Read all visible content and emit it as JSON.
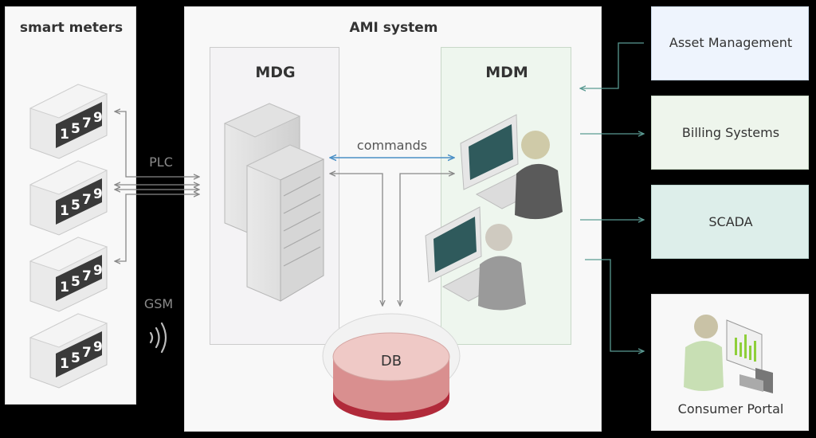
{
  "meters_panel": {
    "title": "smart meters"
  },
  "meter": {
    "digits": [
      "1",
      "5",
      "7",
      "9"
    ]
  },
  "links": {
    "plc": "PLC",
    "gsm": "GSM",
    "commands": "commands"
  },
  "ami": {
    "title": "AMI system",
    "mdg": {
      "title": "MDG"
    },
    "mdm": {
      "title": "MDM"
    },
    "db": {
      "label": "DB"
    }
  },
  "external": {
    "asset_management": "Asset Management",
    "billing_systems": "Billing Systems",
    "scada": "SCADA",
    "consumer_portal": "Consumer Portal"
  },
  "colors": {
    "asset_fill": "#eef4fd",
    "billing_fill": "#eef5ec",
    "scada_fill": "#ddeeea",
    "mdm_fill": "#eef6ee",
    "mdg_fill": "#f4f3f5",
    "db_red": "#b12a3a",
    "arrow_blue": "#4a8fc6",
    "arrow_teal": "#5a9a92"
  }
}
